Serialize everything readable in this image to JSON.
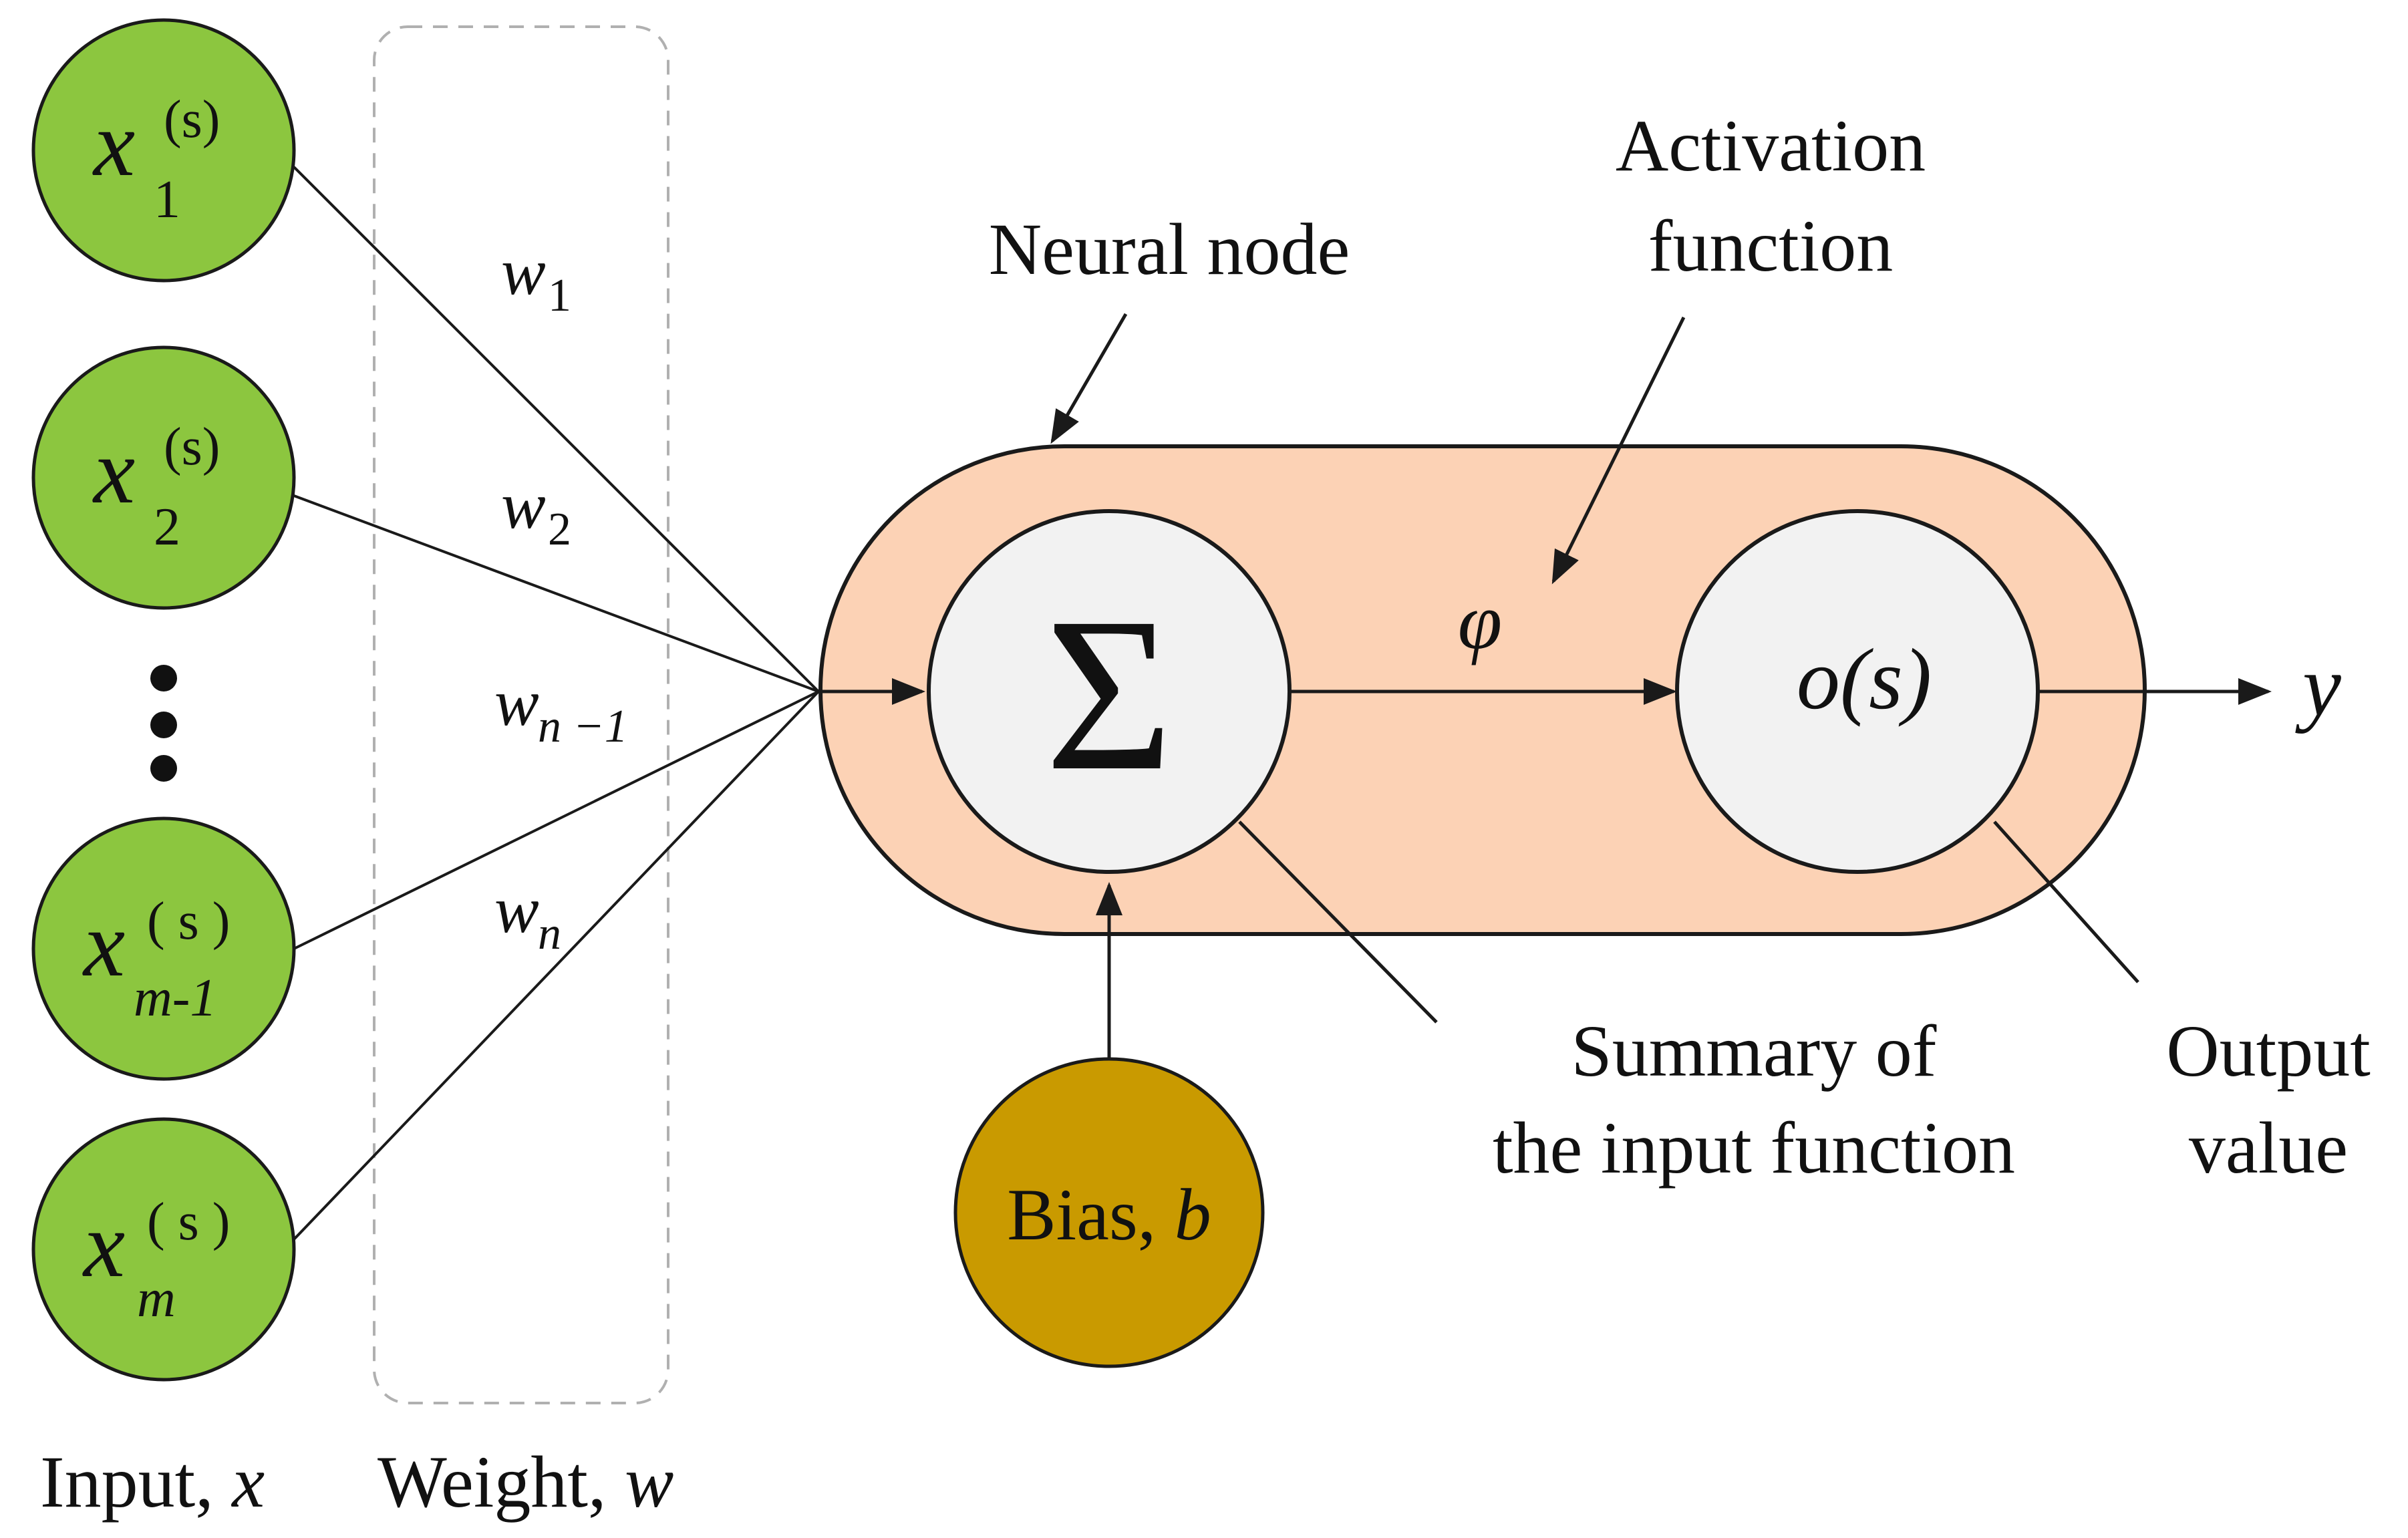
{
  "inputs": [
    {
      "base": "x",
      "sup": "(s)",
      "sub": "1"
    },
    {
      "base": "x",
      "sup": "(s)",
      "sub": "2"
    },
    {
      "base": "x",
      "sup": "( s )",
      "sub": "m-1"
    },
    {
      "base": "x",
      "sup": "( s )",
      "sub": "m"
    }
  ],
  "weights": [
    {
      "base": "w",
      "sub": "1"
    },
    {
      "base": "w",
      "sub": "2"
    },
    {
      "base": "w",
      "sub": "n −1"
    },
    {
      "base": "w",
      "sub": "n"
    }
  ],
  "labels": {
    "neural_node": "Neural node",
    "activation_line1": "Activation",
    "activation_line2": "function",
    "phi": "φ",
    "sigma": "Σ",
    "output_node": "o(s)",
    "output_y": "y",
    "summary_line1": "Summary of",
    "summary_line2": "the input function",
    "output_value_line1": "Output",
    "output_value_line2": "value",
    "bias_text": "Bias, ",
    "bias_var": "b",
    "input_caption_text": "Input, ",
    "input_caption_var": "x",
    "weight_caption_text": "Weight, ",
    "weight_caption_var": "w"
  },
  "colors": {
    "input_node": "#8cc63f",
    "node_body": "#fcd2b5",
    "inner_circle": "#f2f2f2",
    "bias_node": "#c99a00",
    "stroke": "#1a1a1a"
  }
}
